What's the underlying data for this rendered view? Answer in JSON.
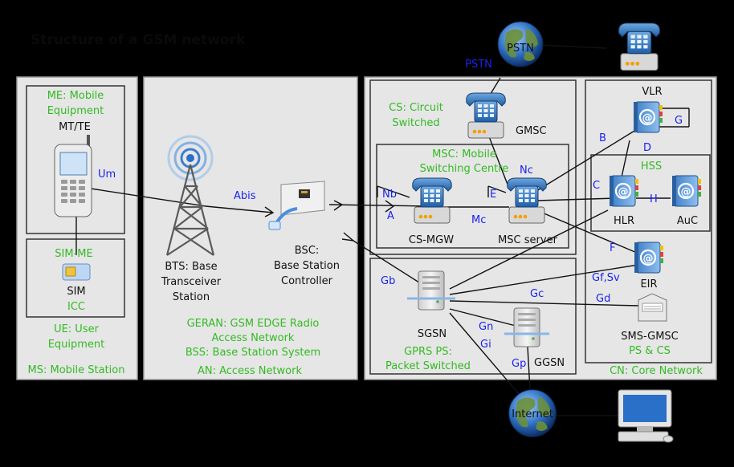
{
  "title": "Structure of a GSM network",
  "areas": {
    "ms": "MS: Mobile Station",
    "an": "AN: Access Network",
    "cn": "CN: Core Network"
  },
  "ms": {
    "me": [
      "ME: Mobile",
      "Equipment"
    ],
    "mtte": "MT/TE",
    "simme": "SIM-ME",
    "sim": "SIM",
    "icc": "ICC",
    "ue": [
      "UE: User",
      "Equipment"
    ]
  },
  "an": {
    "bts": [
      "BTS: Base",
      "Transceiver",
      "Station"
    ],
    "bsc": [
      "BSC:",
      "Base Station",
      "Controller"
    ],
    "geran": [
      "GERAN: GSM EDGE Radio",
      "Access Network"
    ],
    "bss": "BSS: Base Station System"
  },
  "cs": {
    "label": [
      "CS: Circuit",
      "Switched"
    ],
    "gmsc": "GMSC",
    "msc": [
      "MSC: Mobile",
      "Switching Centre"
    ],
    "csmgw": "CS-MGW",
    "mscserver": "MSC server"
  },
  "ps": {
    "sgsn": "SGSN",
    "ggsn": "GGSN",
    "label": [
      "GPRS PS:",
      "Packet Switched"
    ]
  },
  "core": {
    "vlr": "VLR",
    "hss": "HSS",
    "hlr": "HLR",
    "auc": "AuC",
    "eir": "EIR",
    "smsgmsc": "SMS-GMSC",
    "pscs": "PS & CS"
  },
  "external": {
    "pstn": "PSTN",
    "internet": "Internet"
  },
  "interfaces": {
    "um": "Um",
    "abis": "Abis",
    "a": "A",
    "nb": "Nb",
    "mc": "Mc",
    "nc": "Nc",
    "e": "E",
    "b": "B",
    "g": "G",
    "d": "D",
    "c": "C",
    "h": "H",
    "f": "F",
    "gfsv": "Gf,Sv",
    "gd": "Gd",
    "gb": "Gb",
    "gc": "Gc",
    "gn": "Gn",
    "gi": "Gi",
    "gp": "Gp",
    "pstn": "PSTN"
  },
  "colors": {
    "green": "#33bb22",
    "blue": "#1a22ee",
    "panel": "#e6e6e6",
    "background": "#000000"
  }
}
